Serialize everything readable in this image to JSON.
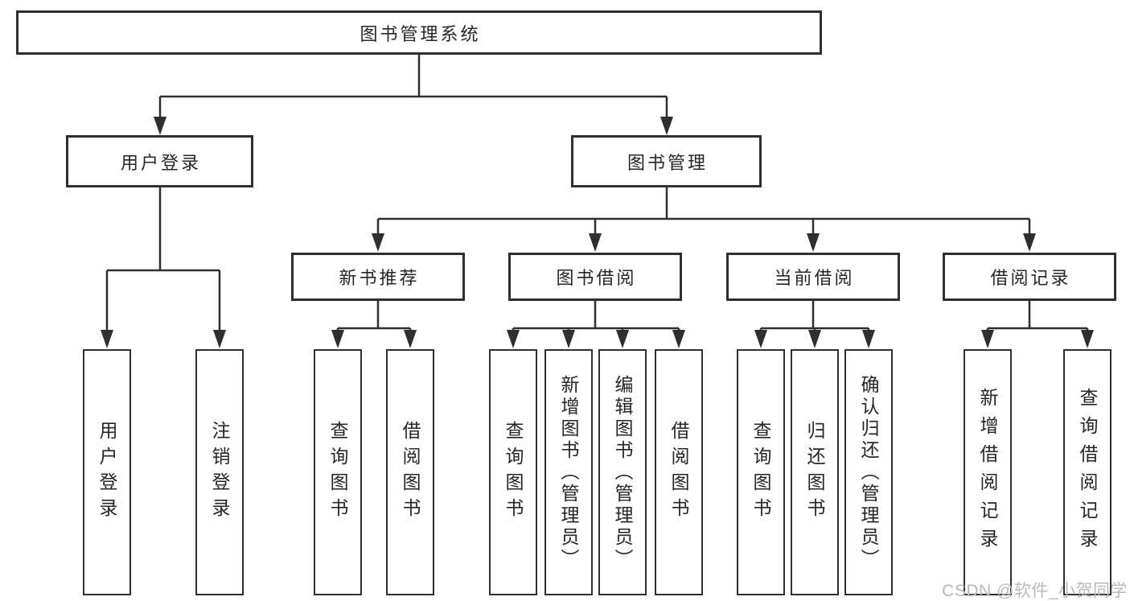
{
  "diagram": {
    "title": "图书管理系统",
    "root": {
      "label": "图书管理系统"
    },
    "branches": [
      {
        "label": "用户登录",
        "children": [
          {
            "label": "用户登录"
          },
          {
            "label": "注销登录"
          }
        ]
      },
      {
        "label": "图书管理",
        "children": [
          {
            "label": "新书推荐",
            "children": [
              {
                "label": "查询图书"
              },
              {
                "label": "借阅图书"
              }
            ]
          },
          {
            "label": "图书借阅",
            "children": [
              {
                "label": "查询图书"
              },
              {
                "label": "新增图书（管理员）"
              },
              {
                "label": "编辑图书（管理员）"
              },
              {
                "label": "借阅图书"
              }
            ]
          },
          {
            "label": "当前借阅",
            "children": [
              {
                "label": "查询图书"
              },
              {
                "label": "归还图书"
              },
              {
                "label": "确认归还（管理员）"
              }
            ]
          },
          {
            "label": "借阅记录",
            "children": [
              {
                "label": "新增借阅记录"
              },
              {
                "label": "查询借阅记录"
              }
            ]
          }
        ]
      }
    ]
  },
  "watermark": {
    "text": "CSDN @软件_小贺同学"
  },
  "colors": {
    "line": "#2f2f2f",
    "box_border": "#2f2f2f",
    "box_bg": "#ffffff",
    "text": "#262626",
    "watermark": "#b9b9b9",
    "background": "#ffffff"
  }
}
